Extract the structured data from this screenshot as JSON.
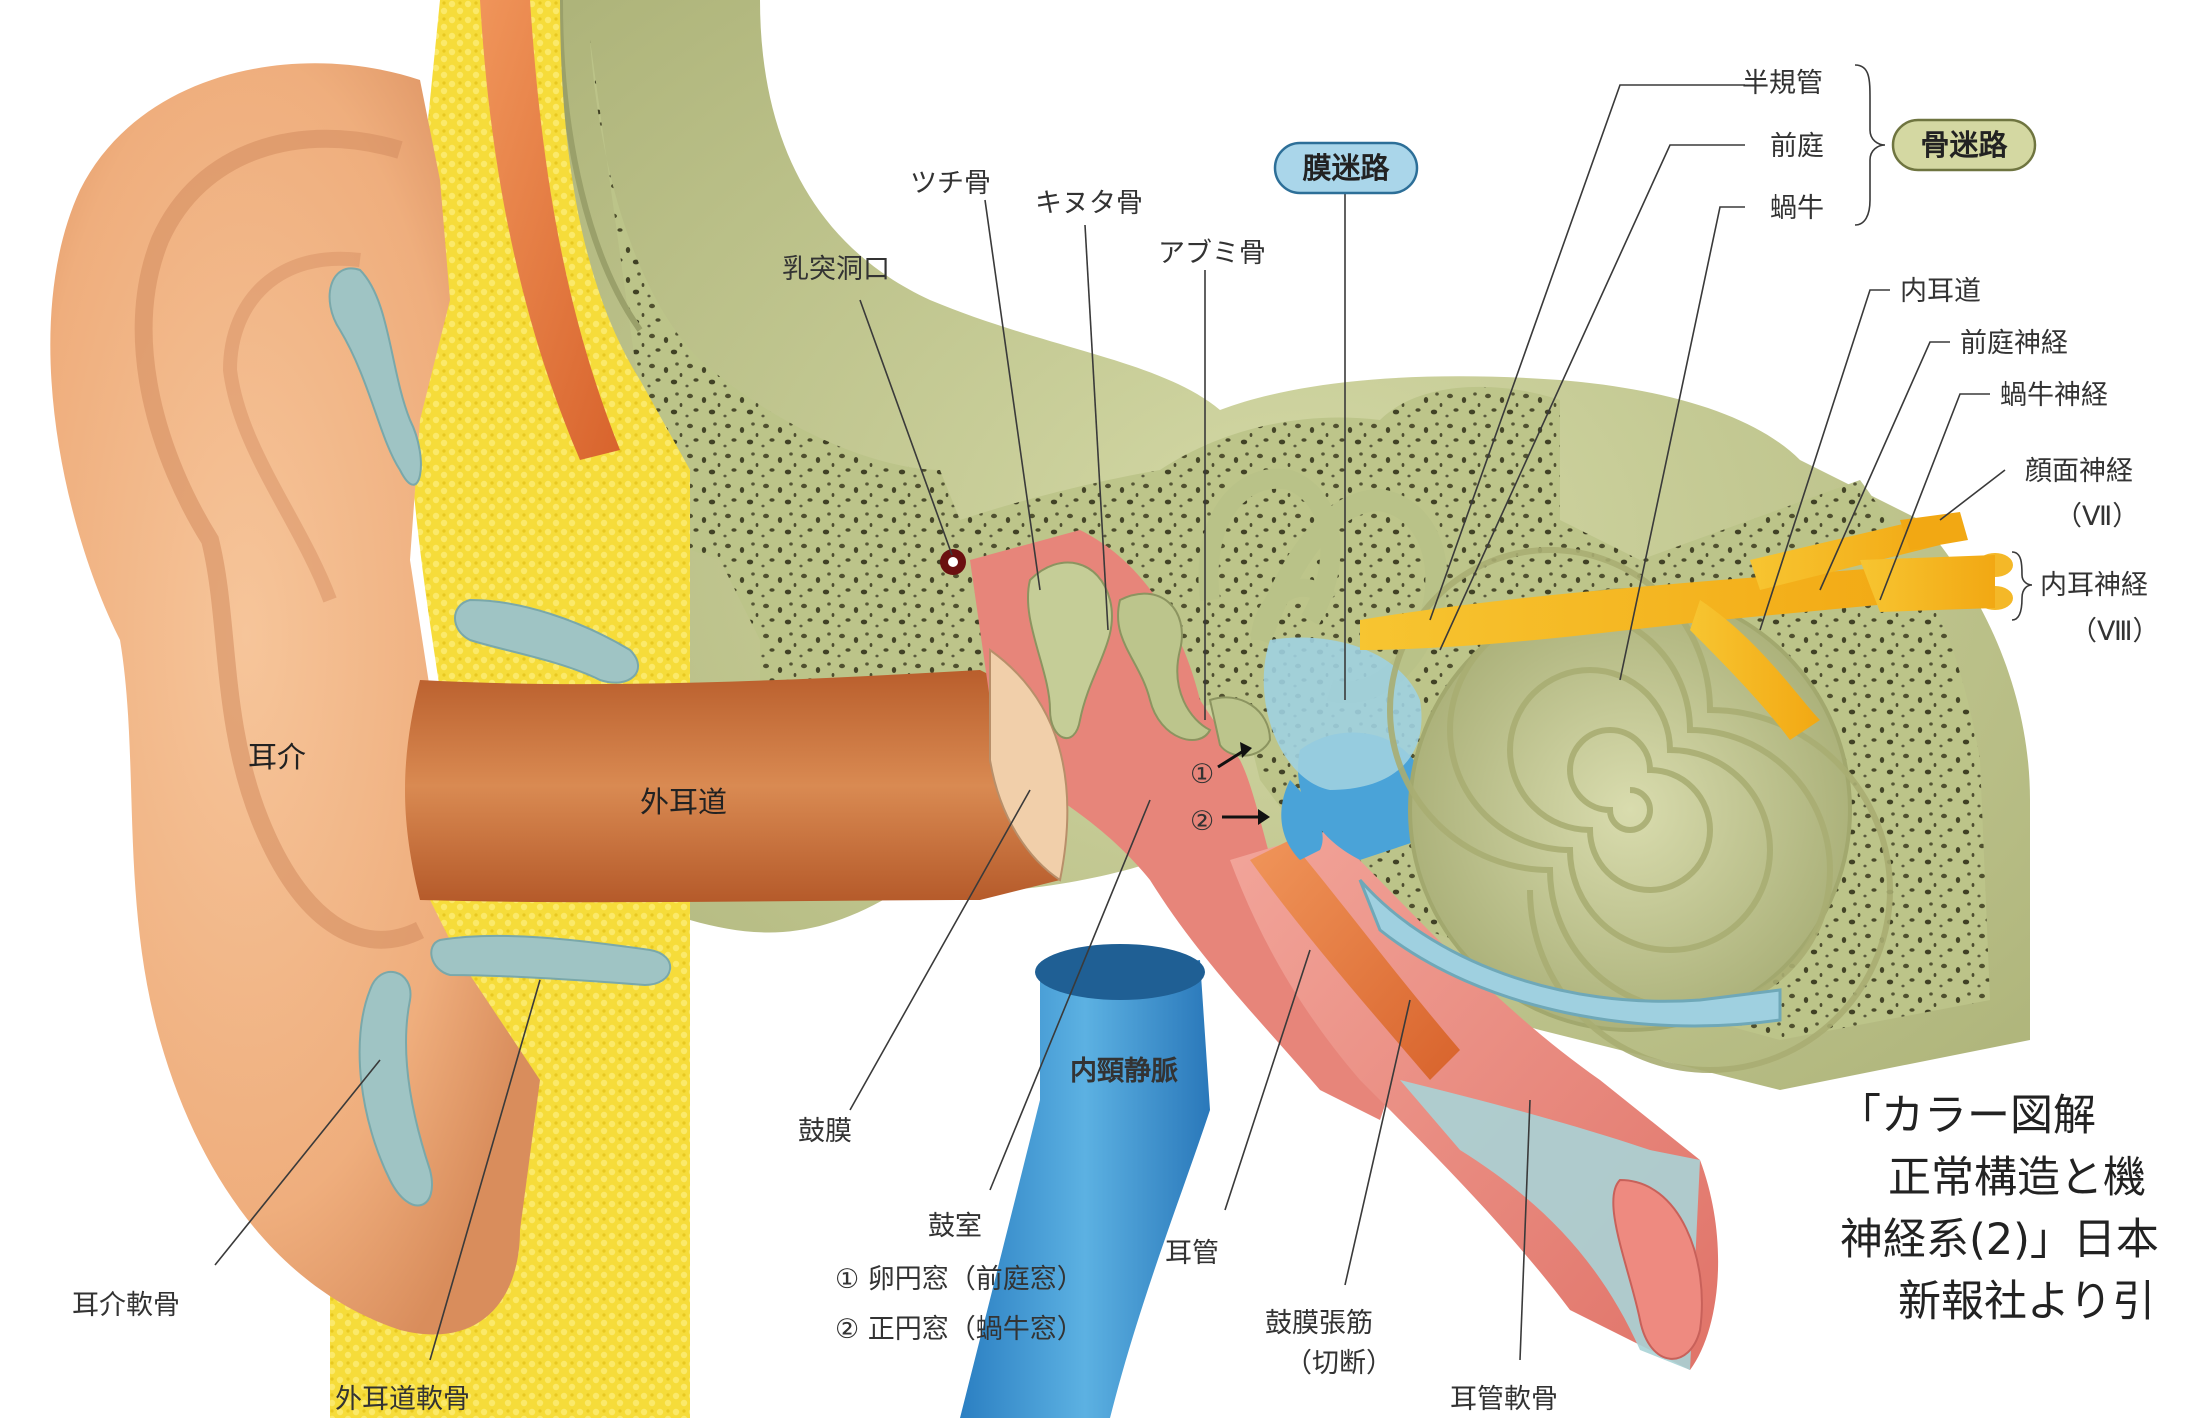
{
  "labels": {
    "pinna": "耳介",
    "external_canal": "外耳道",
    "pinna_cartilage": "耳介軟骨",
    "ext_canal_cartilage": "外耳道軟骨",
    "mastoid_antrum": "乳突洞口",
    "malleus": "ツチ骨",
    "incus": "キヌタ骨",
    "stapes": "アブミ骨",
    "membranous_labyrinth": "膜迷路",
    "semicircular_canals": "半規管",
    "vestibule": "前庭",
    "cochlea": "蝸牛",
    "bony_labyrinth": "骨迷路",
    "internal_meatus": "内耳道",
    "vestibular_nerve": "前庭神経",
    "cochlear_nerve": "蝸牛神経",
    "facial_nerve": "顔面神経",
    "facial_nerve_num": "（Ⅶ）",
    "inner_ear_nerve": "内耳神経",
    "inner_ear_nerve_num": "（Ⅷ）",
    "eardrum": "鼓膜",
    "tympanic_cavity": "鼓室",
    "oval_window": "① 卵円窓（前庭窓）",
    "round_window": "② 正円窓（蝸牛窓）",
    "marker1": "①",
    "marker2": "②",
    "eustachian_tube": "耳管",
    "tensor_tympani": "鼓膜張筋",
    "tensor_cut": "（切断）",
    "tube_cartilage": "耳管軟骨",
    "jugular_vein": "内頸静脈"
  },
  "citation": {
    "line1": "「カラー図解",
    "line2": "正常構造と機",
    "line3": "神経系(2)」日本",
    "line4": "新報社より引"
  },
  "colors": {
    "skin": "#f0b080",
    "canal": "#c8703a",
    "bone": "#c9cf9a",
    "cartilage": "#9fc4c4",
    "fat": "#f7de3a",
    "middle_ear": "#e7857a",
    "nerve": "#f5b81c",
    "perilymph": "#4aa3d8",
    "muscle": "#e57a3a"
  }
}
